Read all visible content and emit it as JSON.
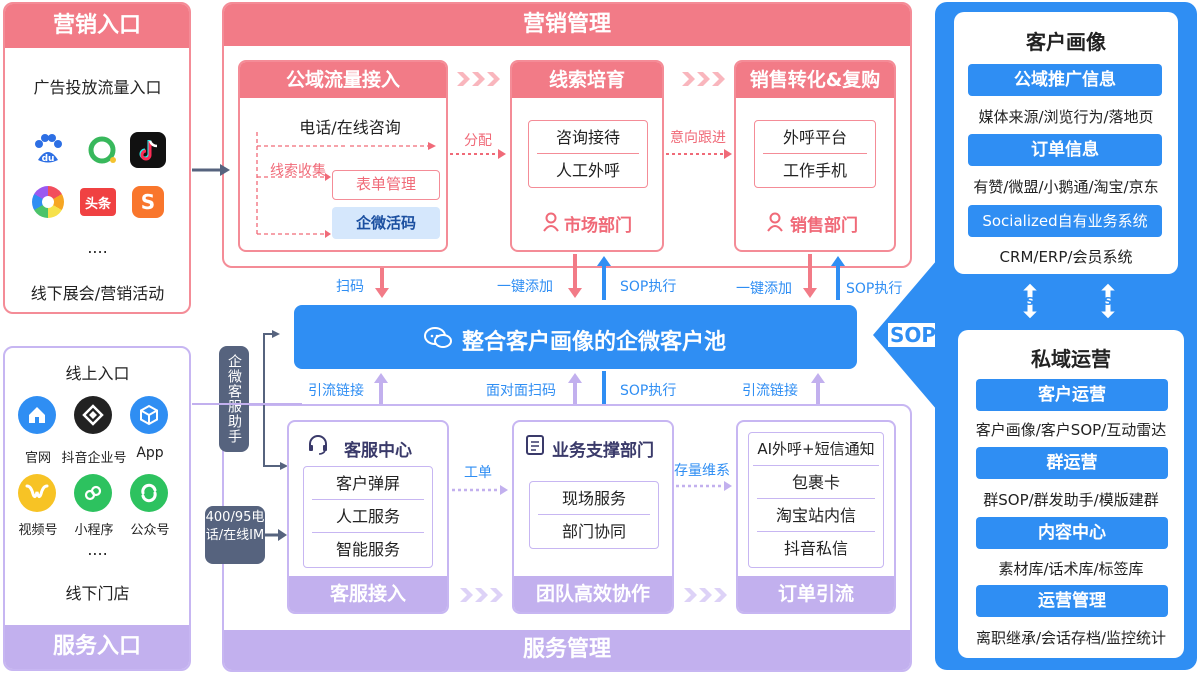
{
  "marketing_entry": {
    "title": "营销入口",
    "ad_traffic": "广告投放流量入口",
    "dots": "....",
    "offline": "线下展会/营销活动",
    "icons": [
      "baidu-icon",
      "qihoo-icon",
      "douyin-icon",
      "shutter-icon",
      "toutiao-icon",
      "sogou-icon"
    ],
    "icon_text": {
      "baidu": "du",
      "toutiao": "头条",
      "sogou": "S"
    }
  },
  "service_entry": {
    "online": "线上入口",
    "items": [
      "官网",
      "抖音企业号",
      "App",
      "视频号",
      "小程序",
      "公众号"
    ],
    "dots": "....",
    "offline_store": "线下门店",
    "title": "服务入口"
  },
  "marketing_mgmt": {
    "title": "营销管理",
    "public_traffic": {
      "title": "公域流量接入",
      "consult": "电话/在线咨询",
      "collect": "线索收集",
      "form": "表单管理",
      "qrcode": "企微活码"
    },
    "lead_nurture": {
      "title": "线索培育",
      "items": [
        "咨询接待",
        "人工外呼"
      ],
      "dept": "市场部门"
    },
    "sales": {
      "title": "销售转化&复购",
      "items": [
        "外呼平台",
        "工作手机"
      ],
      "dept": "销售部门"
    },
    "assign": "分配",
    "intent_follow": "意向跟进"
  },
  "flow_labels": {
    "scan": "扫码",
    "one_click_add_1": "一键添加",
    "sop_exec_1": "SOP执行",
    "one_click_add_2": "一键添加",
    "sop_exec_2": "SOP执行",
    "guide_link_1": "引流链接",
    "face_scan": "面对面扫码",
    "sop_exec_3": "SOP执行",
    "guide_link_2": "引流链接",
    "work_order": "工单",
    "stock_maint": "存量维系",
    "wecom_assistant": "企微客服助手",
    "hotline": "400/95电话/在线IM",
    "sop": "SOP"
  },
  "center": {
    "title": "整合客户画像的企微客户池"
  },
  "service_mgmt": {
    "title": "服务管理",
    "cs_center": {
      "title": "客服中心",
      "items": [
        "客户弹屏",
        "人工服务",
        "智能服务"
      ],
      "footer": "客服接入"
    },
    "biz_support": {
      "title": "业务支撑部门",
      "items": [
        "现场服务",
        "部门协同"
      ],
      "footer": "团队高效协作"
    },
    "order": {
      "items": [
        "AI外呼+短信通知",
        "包裹卡",
        "淘宝站内信",
        "抖音私信"
      ],
      "footer": "订单引流"
    }
  },
  "customer_profile": {
    "title": "客户画像",
    "blocks": [
      {
        "head": "公域推广信息",
        "desc": "媒体来源/浏览行为/落地页"
      },
      {
        "head": "订单信息",
        "desc": "有赞/微盟/小鹅通/淘宝/京东"
      },
      {
        "head": "Socialized自有业务系统",
        "desc": "CRM/ERP/会员系统"
      }
    ]
  },
  "private_ops": {
    "title": "私域运营",
    "blocks": [
      {
        "head": "客户运营",
        "desc": "客户画像/客户SOP/互动雷达"
      },
      {
        "head": "群运营",
        "desc": "群SOP/群发助手/模版建群"
      },
      {
        "head": "内容中心",
        "desc": "素材库/话术库/标签库"
      },
      {
        "head": "运营管理",
        "desc": "离职继承/会话存档/监控统计"
      }
    ]
  },
  "colors": {
    "pink": "#f27b87",
    "purple": "#c2b0ee",
    "blue": "#2f8ef3"
  }
}
